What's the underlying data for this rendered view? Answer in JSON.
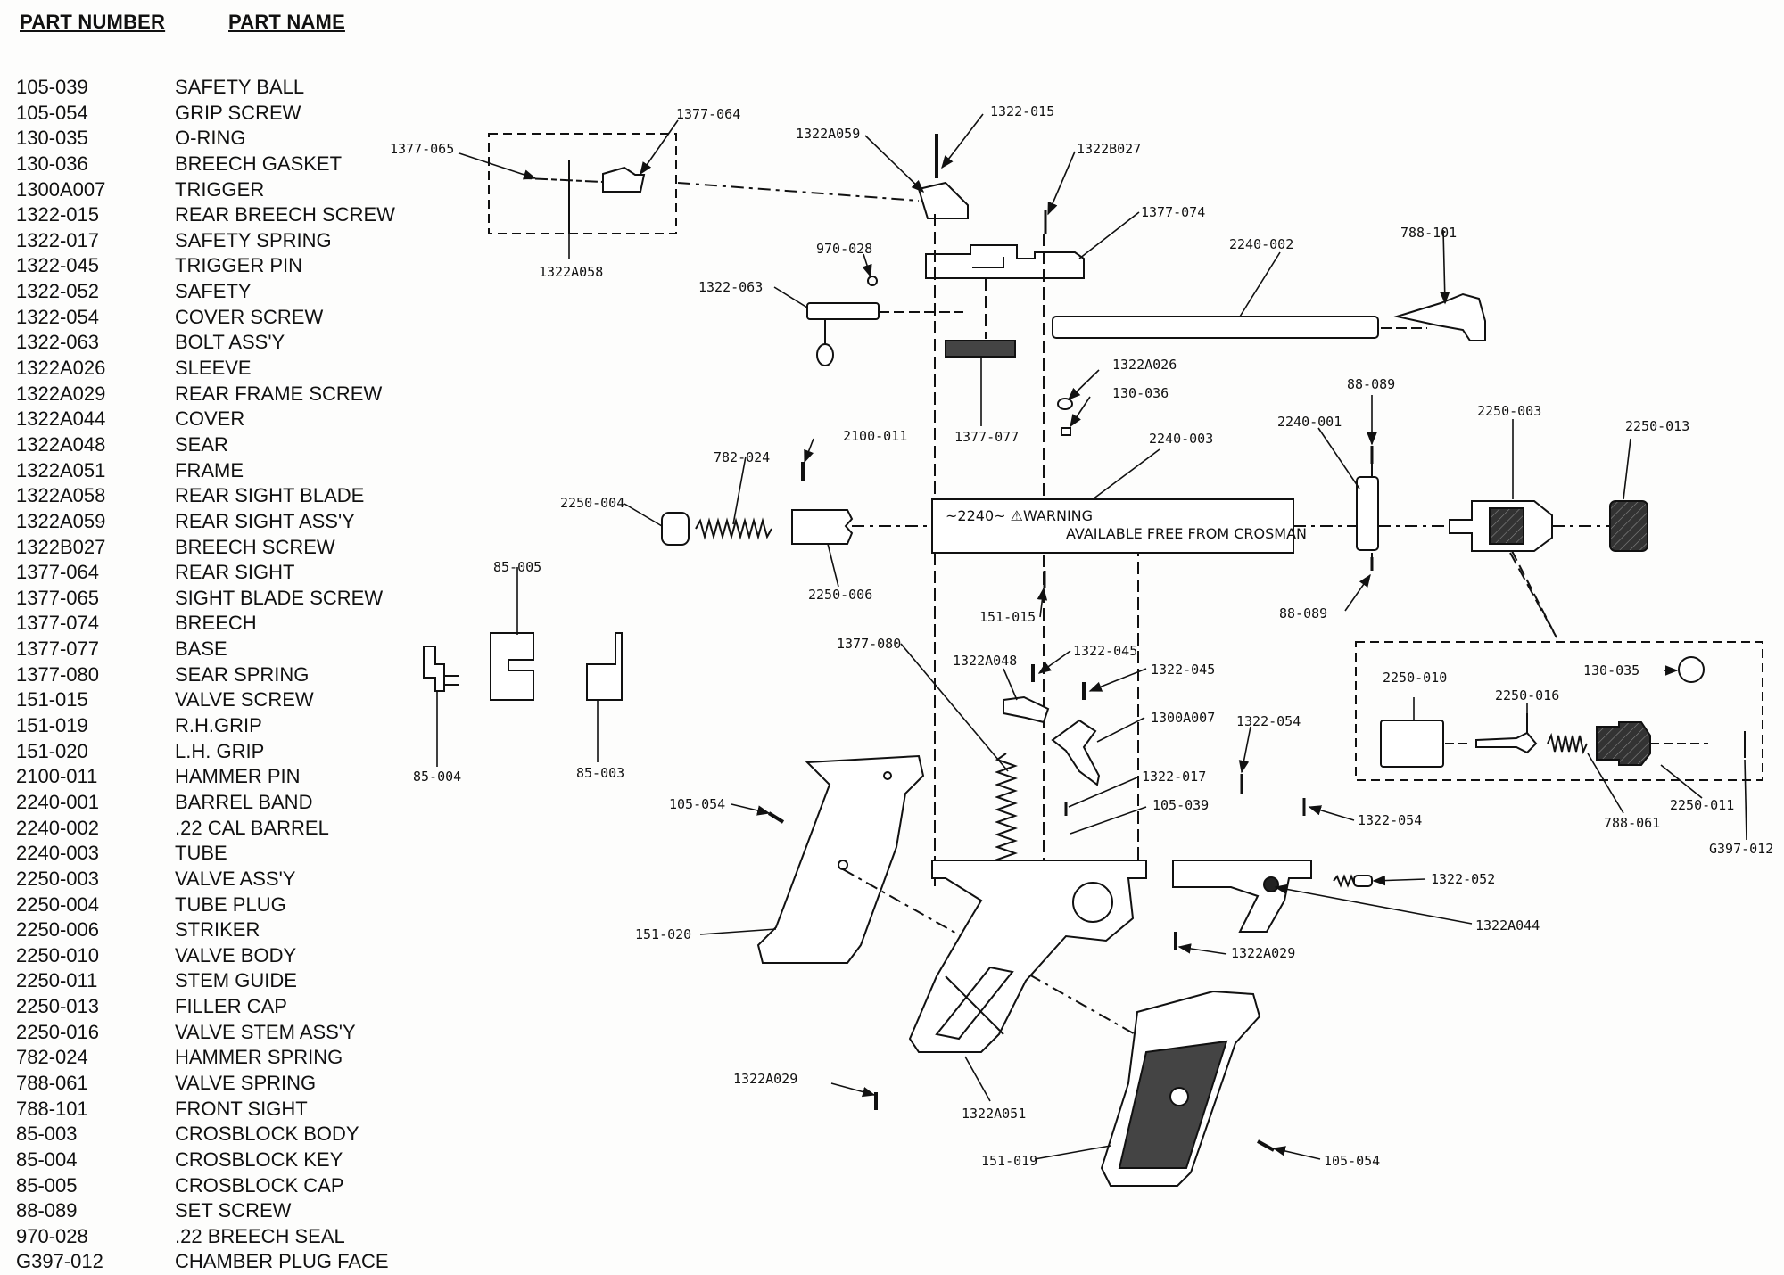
{
  "table": {
    "header_number": "PART NUMBER",
    "header_name": "PART NAME",
    "rows": [
      {
        "number": "105-039",
        "name": "SAFETY BALL"
      },
      {
        "number": "105-054",
        "name": "GRIP SCREW"
      },
      {
        "number": "130-035",
        "name": "O-RING"
      },
      {
        "number": "130-036",
        "name": "BREECH GASKET"
      },
      {
        "number": "1300A007",
        "name": "TRIGGER"
      },
      {
        "number": "1322-015",
        "name": "REAR BREECH SCREW"
      },
      {
        "number": "1322-017",
        "name": "SAFETY SPRING"
      },
      {
        "number": "1322-045",
        "name": "TRIGGER PIN"
      },
      {
        "number": "1322-052",
        "name": "SAFETY"
      },
      {
        "number": "1322-054",
        "name": "COVER SCREW"
      },
      {
        "number": "1322-063",
        "name": "BOLT ASS'Y"
      },
      {
        "number": "1322A026",
        "name": "SLEEVE"
      },
      {
        "number": "1322A029",
        "name": "REAR FRAME SCREW"
      },
      {
        "number": "1322A044",
        "name": "COVER"
      },
      {
        "number": "1322A048",
        "name": "SEAR"
      },
      {
        "number": "1322A051",
        "name": "FRAME"
      },
      {
        "number": "1322A058",
        "name": "REAR SIGHT BLADE"
      },
      {
        "number": "1322A059",
        "name": "REAR SIGHT ASS'Y"
      },
      {
        "number": "1322B027",
        "name": "BREECH SCREW"
      },
      {
        "number": "1377-064",
        "name": "REAR SIGHT"
      },
      {
        "number": "1377-065",
        "name": "SIGHT BLADE SCREW"
      },
      {
        "number": "1377-074",
        "name": "BREECH"
      },
      {
        "number": "1377-077",
        "name": "BASE"
      },
      {
        "number": "1377-080",
        "name": "SEAR SPRING"
      },
      {
        "number": "151-015",
        "name": "VALVE SCREW"
      },
      {
        "number": "151-019",
        "name": "R.H.GRIP"
      },
      {
        "number": "151-020",
        "name": "L.H. GRIP"
      },
      {
        "number": "2100-011",
        "name": "HAMMER PIN"
      },
      {
        "number": "2240-001",
        "name": "BARREL BAND"
      },
      {
        "number": "2240-002",
        "name": ".22 CAL BARREL"
      },
      {
        "number": "2240-003",
        "name": "TUBE"
      },
      {
        "number": "2250-003",
        "name": "VALVE ASS'Y"
      },
      {
        "number": "2250-004",
        "name": "TUBE PLUG"
      },
      {
        "number": "2250-006",
        "name": "STRIKER"
      },
      {
        "number": "2250-010",
        "name": "VALVE BODY"
      },
      {
        "number": "2250-011",
        "name": "STEM GUIDE"
      },
      {
        "number": "2250-013",
        "name": "FILLER CAP"
      },
      {
        "number": "2250-016",
        "name": "VALVE STEM ASS'Y"
      },
      {
        "number": "782-024",
        "name": "HAMMER SPRING"
      },
      {
        "number": "788-061",
        "name": "VALVE SPRING"
      },
      {
        "number": "788-101",
        "name": "FRONT SIGHT"
      },
      {
        "number": "85-003",
        "name": "CROSBLOCK BODY"
      },
      {
        "number": "85-004",
        "name": "CROSBLOCK KEY"
      },
      {
        "number": "85-005",
        "name": "CROSBLOCK CAP"
      },
      {
        "number": "88-089",
        "name": "SET SCREW"
      },
      {
        "number": "970-028",
        "name": ".22 BREECH SEAL"
      },
      {
        "number": "G397-012",
        "name": "CHAMBER PLUG FACE"
      }
    ]
  },
  "diagram": {
    "tube_text_1": "~2240~ ⚠WARNING",
    "tube_text_2": "AVAILABLE FREE FROM CROSMAN",
    "callouts": {
      "c1377_065": "1377-065",
      "c1377_064": "1377-064",
      "c1322A058": "1322A058",
      "c1322A059": "1322A059",
      "c1322_015": "1322-015",
      "c1322B027": "1322B027",
      "c1377_074": "1377-074",
      "c970_028": "970-028",
      "c1322_063": "1322-063",
      "c2240_002": "2240-002",
      "c788_101": "788-101",
      "c1377_077": "1377-077",
      "c1322A026": "1322A026",
      "c130_036": "130-036",
      "c88_089_top": "88-089",
      "c2240_001": "2240-001",
      "c2250_003": "2250-003",
      "c2250_013": "2250-013",
      "c782_024": "782-024",
      "c2100_011": "2100-011",
      "c2240_003": "2240-003",
      "c2250_004": "2250-004",
      "c2250_006": "2250-006",
      "c151_015": "151-015",
      "c88_089_bot": "88-089",
      "c85_005": "85-005",
      "c85_004": "85-004",
      "c85_003": "85-003",
      "c1377_080": "1377-080",
      "c1322A048": "1322A048",
      "c1322_045a": "1322-045",
      "c1322_045b": "1322-045",
      "c1300A007": "1300A007",
      "c1322_054a": "1322-054",
      "c1322_017": "1322-017",
      "c105_039": "105-039",
      "c1322_054b": "1322-054",
      "c105_054a": "105-054",
      "c151_020": "151-020",
      "c1322_052": "1322-052",
      "c1322A044": "1322A044",
      "c1322A029a": "1322A029",
      "c1322A029b": "1322A029",
      "c1322A051": "1322A051",
      "c151_019": "151-019",
      "c105_054b": "105-054",
      "c2250_010": "2250-010",
      "c2250_016": "2250-016",
      "c130_035": "130-035",
      "c788_061": "788-061",
      "c2250_011": "2250-011",
      "cG397_012": "G397-012"
    }
  }
}
